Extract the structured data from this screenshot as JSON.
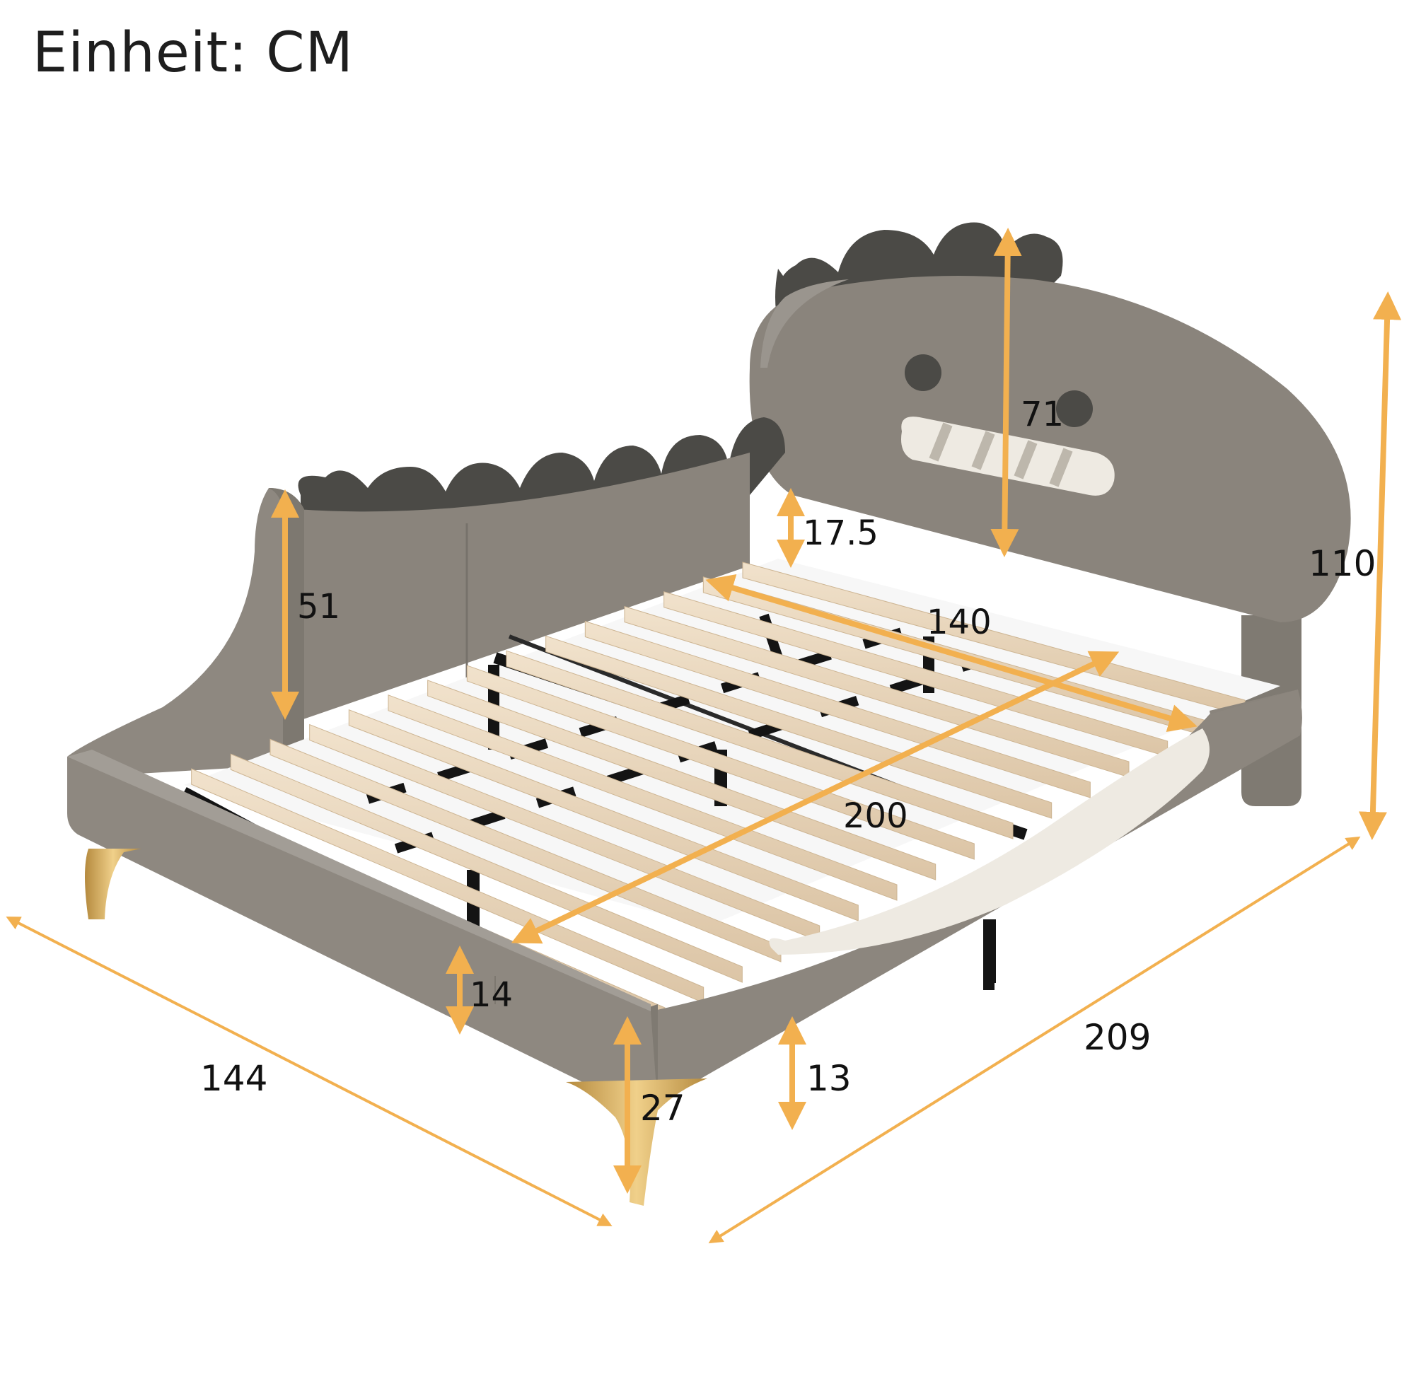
{
  "title": "Einheit: CM",
  "colors": {
    "arrow": "#f2b04f",
    "upholstery": "#8a847c",
    "upholstery_light": "#a29d96",
    "spikes": "#4b4a46",
    "slats": "#e9d6bd",
    "frame_metal": "#141414",
    "legs_gold": "#d6ad62",
    "teeth": "#eeeae2"
  },
  "dimensions": {
    "headboard_height": "71",
    "total_height": "110",
    "slat_clearance": "17.5",
    "side_rail_height": "51",
    "inner_width": "140",
    "inner_length": "200",
    "rail_thickness": "14",
    "outer_width": "144",
    "outer_length": "209",
    "ground_clearance": "13",
    "leg_height": "27"
  }
}
